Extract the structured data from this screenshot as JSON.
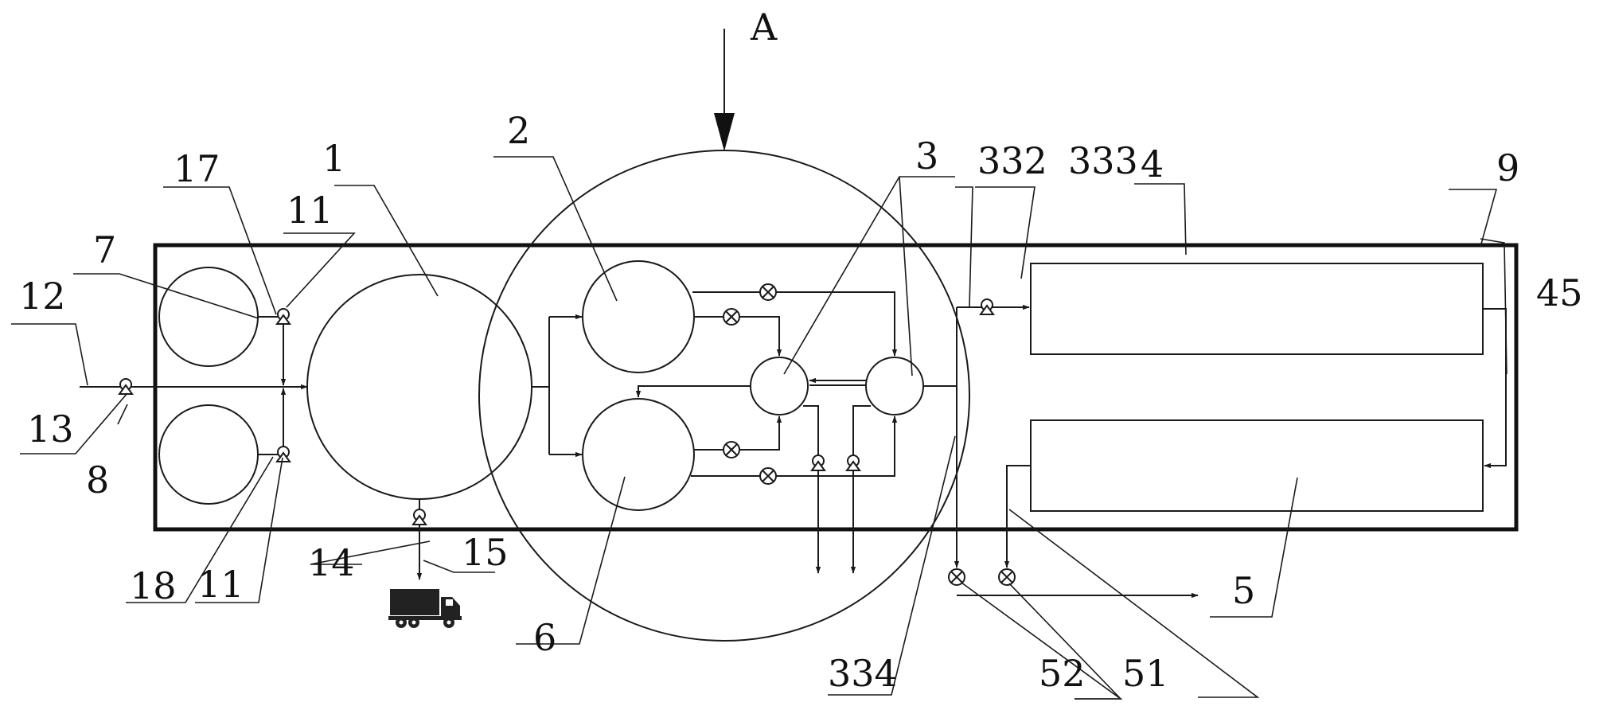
{
  "labels": {
    "A": "A",
    "n1": "1",
    "n2": "2",
    "n3": "3",
    "n4": "4",
    "n5": "5",
    "n6": "6",
    "n7": "7",
    "n8": "8",
    "n9": "9",
    "n11a": "11",
    "n11b": "11",
    "n12": "12",
    "n13": "13",
    "n14": "14",
    "n15": "15",
    "n17": "17",
    "n18": "18",
    "n45": "45",
    "n51": "51",
    "n52": "52",
    "n332": "332",
    "n333": "333",
    "n334": "334"
  },
  "icons": {
    "pump": "pump-icon",
    "valve": "valve-icon",
    "truck": "truck-icon"
  }
}
